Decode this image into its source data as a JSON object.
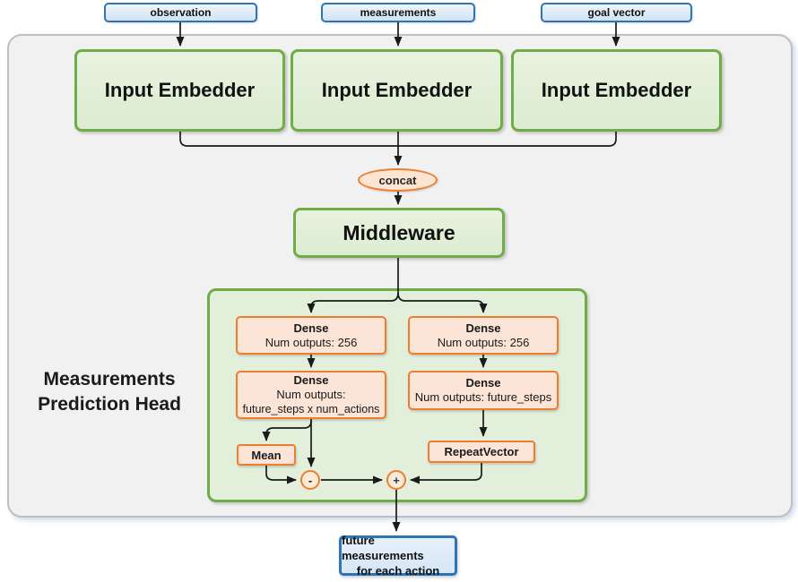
{
  "diagram": {
    "head_label": {
      "line1": "Measurements",
      "line2": "Prediction Head"
    },
    "inputs": [
      {
        "label": "observation"
      },
      {
        "label": "measurements"
      },
      {
        "label": "goal vector"
      }
    ],
    "embedders": [
      {
        "label": "Input Embedder"
      },
      {
        "label": "Input Embedder"
      },
      {
        "label": "Input Embedder"
      }
    ],
    "concat": {
      "label": "concat"
    },
    "middleware": {
      "label": "Middleware"
    },
    "dense_left_1": {
      "title": "Dense",
      "subtitle": "Num outputs: 256"
    },
    "dense_right_1": {
      "title": "Dense",
      "subtitle": "Num outputs: 256"
    },
    "dense_left_2": {
      "title": "Dense",
      "subtitle1": "Num outputs:",
      "subtitle2": "future_steps x num_actions"
    },
    "dense_right_2": {
      "title": "Dense",
      "subtitle": "Num outputs: future_steps"
    },
    "mean": {
      "label": "Mean"
    },
    "repeat_vector": {
      "label": "RepeatVector"
    },
    "minus_node": {
      "label": "-"
    },
    "plus_node": {
      "label": "+"
    },
    "output": {
      "line1": "future measurements",
      "line2": "for each action"
    },
    "colors": {
      "green_border": "#70AD47",
      "green_fill": "#E2EFDA",
      "orange_border": "#ED7D31",
      "orange_fill": "#FCE4D6",
      "blue_border": "#2E75B6",
      "blue_fill": "#DEEBF7",
      "container_fill": "#F2F2F2",
      "container_border": "#BFBFBF",
      "arrow": "#1A1A1A"
    }
  }
}
